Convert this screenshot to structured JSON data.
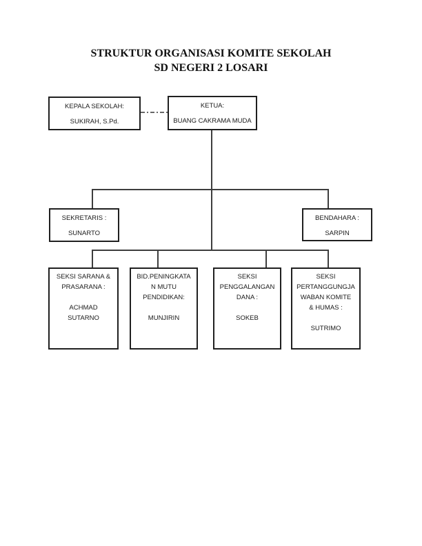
{
  "colors": {
    "page_bg": "#ffffff",
    "box_border": "#1f1f1f",
    "connector": "#3d3d3d",
    "text": "#1a1a1a"
  },
  "document": {
    "title_lines": [
      "STRUKTUR ORGANISASI KOMITE SEKOLAH",
      "SD NEGERI 2 LOSARI"
    ]
  },
  "chart": {
    "nodes": {
      "kepala_sekolah": {
        "role": "KEPALA SEKOLAH:",
        "name": "SUKIRAH, S.Pd.",
        "lines": [
          "KEPALA SEKOLAH:",
          "SUKIRAH, S.Pd."
        ]
      },
      "ketua": {
        "role": "KETUA:",
        "name": "BUANG CAKRAMA MUDA",
        "lines": [
          "KETUA:",
          "BUANG CAKRAMA MUDA"
        ]
      },
      "sekretaris": {
        "role": "SEKRETARIS :",
        "name": "SUNARTO",
        "lines": [
          "SEKRETARIS :",
          "SUNARTO"
        ]
      },
      "bendahara": {
        "role": "BENDAHARA :",
        "name": "SARPIN",
        "lines": [
          "BENDAHARA :",
          "SARPIN"
        ]
      },
      "seksi_sarana_prasarana": {
        "role": "SEKSI SARANA & PRASARANA :",
        "name": "ACHMAD SUTARNO",
        "lines": [
          "SEKSI SARANA &",
          "PRASARANA :",
          "",
          "ACHMAD",
          "SUTARNO"
        ]
      },
      "bid_peningkatan_mutu": {
        "role": "BID.PENINGKATAN MUTU PENDIDIKAN:",
        "name": "MUNJIRIN",
        "lines": [
          "BID.PENINGKATA",
          "N MUTU",
          "PENDIDIKAN:",
          "",
          "MUNJIRIN"
        ]
      },
      "seksi_penggalangan_dana": {
        "role": "SEKSI PENGGALANGAN DANA :",
        "name": "SOKEB",
        "lines": [
          "SEKSI",
          "PENGGALANGAN",
          "DANA :",
          "",
          "SOKEB"
        ]
      },
      "seksi_pertanggungjawaban_humas": {
        "role": "SEKSI PERTANGGUNGJAWABAN KOMITE & HUMAS :",
        "name": "SUTRIMO",
        "lines": [
          "SEKSI",
          "PERTANGGUNGJA",
          "WABAN KOMITE",
          "& HUMAS :",
          "",
          "SUTRIMO"
        ]
      }
    }
  }
}
